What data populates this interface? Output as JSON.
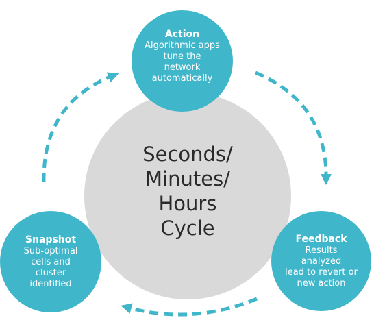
{
  "colors": {
    "accent": "#3fb6c9",
    "center_fill": "#d9d9d9",
    "center_text": "#2a2a2a",
    "node_text": "#ffffff"
  },
  "center": {
    "lines": [
      "Seconds/",
      "Minutes/",
      "Hours",
      "Cycle"
    ]
  },
  "nodes": {
    "action": {
      "title": "Action",
      "lines": [
        "Algorithmic apps",
        "tune the",
        "network",
        "automatically"
      ]
    },
    "snapshot": {
      "title": "Snapshot",
      "lines": [
        "Sub-optimal",
        "cells and",
        "cluster",
        "identified"
      ]
    },
    "feedback": {
      "title": "Feedback",
      "lines": [
        "Results",
        "analyzed",
        "lead to revert or",
        "new action"
      ]
    }
  },
  "arrows": [
    {
      "name": "action-to-feedback-arrow",
      "icon": "dashed-arrow-down-right"
    },
    {
      "name": "feedback-to-snapshot-arrow",
      "icon": "dashed-arrow-left"
    },
    {
      "name": "snapshot-to-action-arrow",
      "icon": "dashed-arrow-up-right"
    }
  ]
}
